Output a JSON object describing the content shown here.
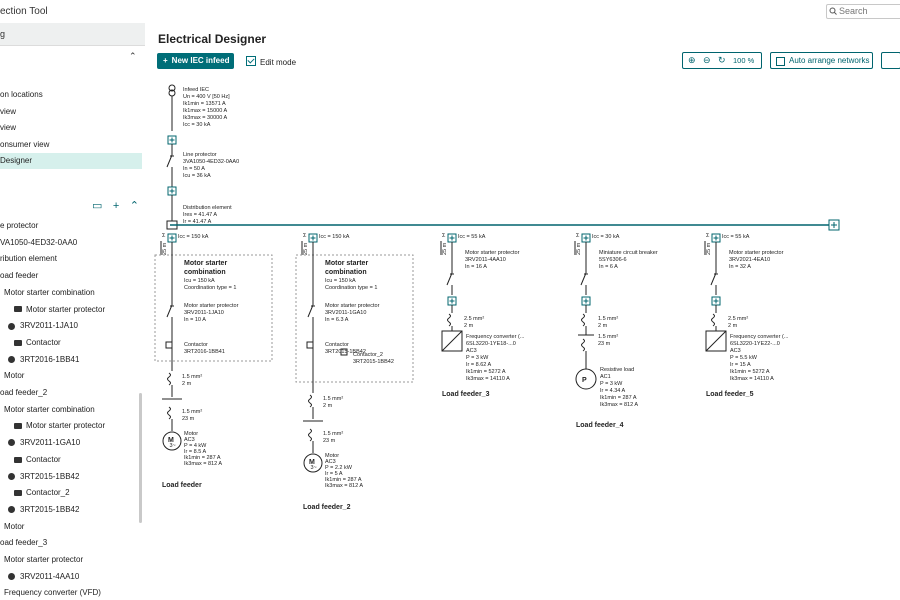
{
  "topbar": {
    "app_title": "ection Tool",
    "search_placeholder": "Search"
  },
  "sidebar": {
    "section_label": "g",
    "nav": [
      {
        "label": "on locations"
      },
      {
        "label": "view"
      },
      {
        "label": "view"
      },
      {
        "label": "onsumer view"
      },
      {
        "label": "Designer",
        "active": true
      }
    ],
    "tree": [
      {
        "label": "e protector",
        "indent": 0,
        "icon": ""
      },
      {
        "label": "VA1050-4ED32-0AA0",
        "indent": 0,
        "icon": ""
      },
      {
        "label": "ribution element",
        "indent": 0,
        "icon": ""
      },
      {
        "label": "oad feeder",
        "indent": 0,
        "icon": ""
      },
      {
        "label": "Motor starter combination",
        "indent": 4,
        "icon": ""
      },
      {
        "label": "Motor starter protector",
        "indent": 14,
        "icon": "folder"
      },
      {
        "label": "3RV2011-1JA10",
        "indent": 8,
        "icon": "gear"
      },
      {
        "label": "Contactor",
        "indent": 14,
        "icon": "folder"
      },
      {
        "label": "3RT2016-1BB41",
        "indent": 8,
        "icon": "gear"
      },
      {
        "label": "Motor",
        "indent": 4,
        "icon": ""
      },
      {
        "label": "oad feeder_2",
        "indent": 0,
        "icon": ""
      },
      {
        "label": "Motor starter combination",
        "indent": 4,
        "icon": ""
      },
      {
        "label": "Motor starter protector",
        "indent": 14,
        "icon": "folder"
      },
      {
        "label": "3RV2011-1GA10",
        "indent": 8,
        "icon": "gear"
      },
      {
        "label": "Contactor",
        "indent": 14,
        "icon": "folder"
      },
      {
        "label": "3RT2015-1BB42",
        "indent": 8,
        "icon": "gear"
      },
      {
        "label": "Contactor_2",
        "indent": 14,
        "icon": "folder"
      },
      {
        "label": "3RT2015-1BB42",
        "indent": 8,
        "icon": "gear"
      },
      {
        "label": "Motor",
        "indent": 4,
        "icon": ""
      },
      {
        "label": "oad feeder_3",
        "indent": 0,
        "icon": ""
      },
      {
        "label": "Motor starter protector",
        "indent": 4,
        "icon": ""
      },
      {
        "label": "3RV2011-4AA10",
        "indent": 8,
        "icon": "gear"
      },
      {
        "label": "Frequency converter (VFD)",
        "indent": 4,
        "icon": ""
      }
    ]
  },
  "main": {
    "title": "Electrical Designer",
    "new_infeed_label": "New IEC infeed",
    "edit_mode_label": "Edit mode",
    "zoom_level": "100 %",
    "arrange_label": "Auto arrange networks"
  },
  "diagram": {
    "infeed": [
      "Infeed IEC",
      "Un = 400 V [50 Hz]",
      "Ik1min = 13571 A",
      "Ik1max = 15000 A",
      "Ik3max = 30000 A",
      "Icc = 30 kA"
    ],
    "line_protector": [
      "Line protector",
      "3VA1050-4ED32-0AA0",
      "In = 50 A",
      "Icu = 36 kA"
    ],
    "distribution": [
      "Distribution element",
      "Ires = 41.47 A",
      "Ir = 41.47 A"
    ],
    "busbar_icc": "Icc = 150 kA",
    "feeders": [
      {
        "icc": "Icc = 150 kA",
        "combo_title": [
          "Motor starter",
          "combination"
        ],
        "combo_data": [
          "Icu = 150 kA",
          "Coordination type = 1"
        ],
        "protector": [
          "Motor starter protector",
          "3RV2011-1JA10",
          "In = 10 A"
        ],
        "contactor": [
          "Contactor",
          "3RT2016-1BB41"
        ],
        "cable1": [
          "1.5 mm²",
          "2 m"
        ],
        "cable2": [
          "1.5 mm²",
          "23 m"
        ],
        "load": [
          "Motor",
          "AC3",
          "P = 4 kW",
          "Ir = 8.5 A",
          "Ik1min = 287 A",
          "Ik3max = 812 A"
        ],
        "name": "Load feeder"
      },
      {
        "icc": "Icc = 150 kA",
        "combo_title": [
          "Motor starter",
          "combination"
        ],
        "combo_data": [
          "Icu = 150 kA",
          "Coordination type = 1"
        ],
        "protector": [
          "Motor starter protector",
          "3RV2011-1GA10",
          "In = 6.3 A"
        ],
        "contactor": [
          "Contactor",
          "3RT2015-1BB42"
        ],
        "contactor2": [
          "Contactor_2",
          "3RT2015-1BB42"
        ],
        "cable1": [
          "1.5 mm²",
          "2 m"
        ],
        "cable2": [
          "1.5 mm²",
          "23 m"
        ],
        "load": [
          "Motor",
          "AC3",
          "P = 2.2 kW",
          "Ir = 5 A",
          "Ik1min = 287 A",
          "Ik3max = 812 A"
        ],
        "name": "Load feeder_2"
      },
      {
        "icc": "Icc = 55 kA",
        "protector": [
          "Motor starter protector",
          "3RV2011-4AA10",
          "In = 16 A"
        ],
        "cable1": [
          "2.5 mm²",
          "2 m"
        ],
        "load": [
          "Frequency converter (...",
          "6SL3220-1YE18-...0",
          "AC3",
          "P = 3 kW",
          "Ir = 8.62 A",
          "Ik1min = 5272 A",
          "Ik3max = 14110 A"
        ],
        "name": "Load feeder_3"
      },
      {
        "icc": "Icc = 30 kA",
        "protector": [
          "Miniature circuit breaker",
          "5SY6306-6",
          "In = 6 A"
        ],
        "cable1": [
          "1.5 mm²",
          "2 m"
        ],
        "cable2": [
          "1.5 mm²",
          "23 m"
        ],
        "load": [
          "Resistive load",
          "AC1",
          "P = 3 kW",
          "Ir = 4.34 A",
          "Ik1min = 287 A",
          "Ik3max = 812 A"
        ],
        "name": "Load feeder_4"
      },
      {
        "icc": "Icc = 55 kA",
        "protector": [
          "Motor starter protector",
          "3RV2021-4EA10",
          "In = 32 A"
        ],
        "cable1": [
          "2.5 mm²",
          "2 m"
        ],
        "load": [
          "Frequency converter (...",
          "6SL3220-1YE22-...0",
          "AC3",
          "P = 5.5 kW",
          "Ir = 15 A",
          "Ik1min = 5272 A",
          "Ik3max = 14110 A"
        ],
        "name": "Load feeder_5"
      }
    ],
    "sigma": "Σ",
    "ls": "25 m"
  },
  "colors": {
    "accent": "#006e78",
    "active_nav": "#d6f0ec",
    "busbar": "#00646e"
  }
}
